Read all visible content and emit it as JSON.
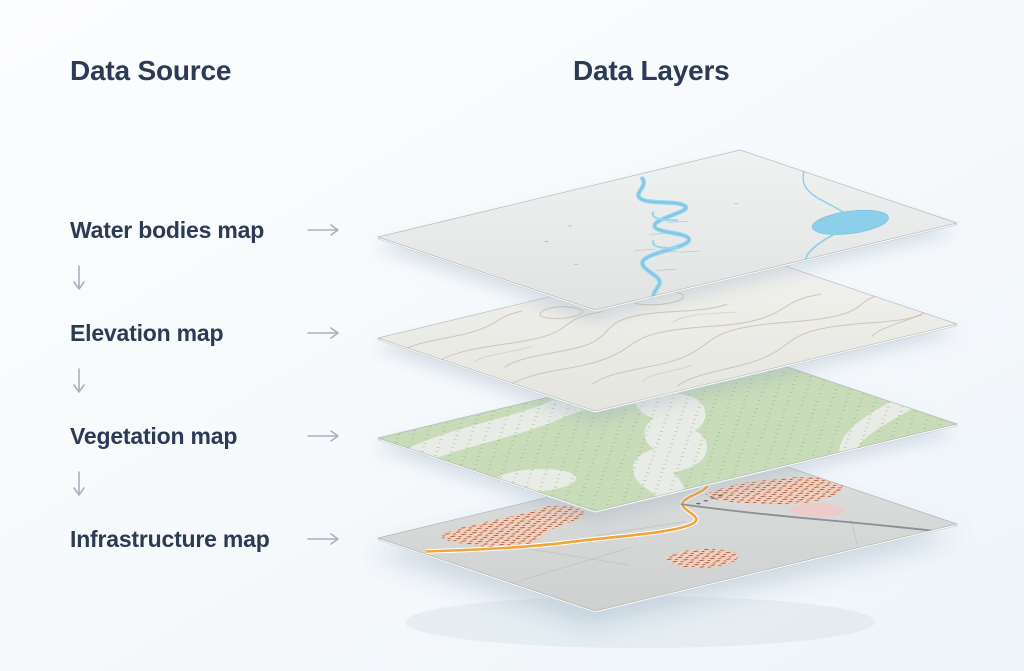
{
  "titles": {
    "data_source": "Data Source",
    "data_layers": "Data Layers"
  },
  "sources": [
    {
      "label": "Water bodies map"
    },
    {
      "label": "Elevation map"
    },
    {
      "label": "Vegetation map"
    },
    {
      "label": "Infrastructure map"
    }
  ],
  "icons": {
    "right_arrow": "→",
    "down_arrow": "↓"
  },
  "layers": [
    {
      "name": "water-bodies-layer",
      "sheet_color": "#e9ebea",
      "water_color": "#8ccfea"
    },
    {
      "name": "elevation-layer",
      "sheet_color": "#efefeb",
      "contour_color": "#cbbfab"
    },
    {
      "name": "vegetation-layer",
      "sheet_color": "#e9ebe6",
      "vegetation_color": "#c9dcba"
    },
    {
      "name": "infrastructure-layer",
      "sheet_color": "#d6d8d7",
      "primary_road_color": "#efa43e",
      "secondary_road_color": "#8a8f94",
      "built_up_color": "#f3d1c1",
      "building_color": "#a0522d"
    }
  ],
  "style": {
    "text_color": "#2c3a56",
    "arrow_color": "#aab1bb",
    "background_top": "#fcfdfe",
    "background_bottom": "#eef4f9"
  }
}
